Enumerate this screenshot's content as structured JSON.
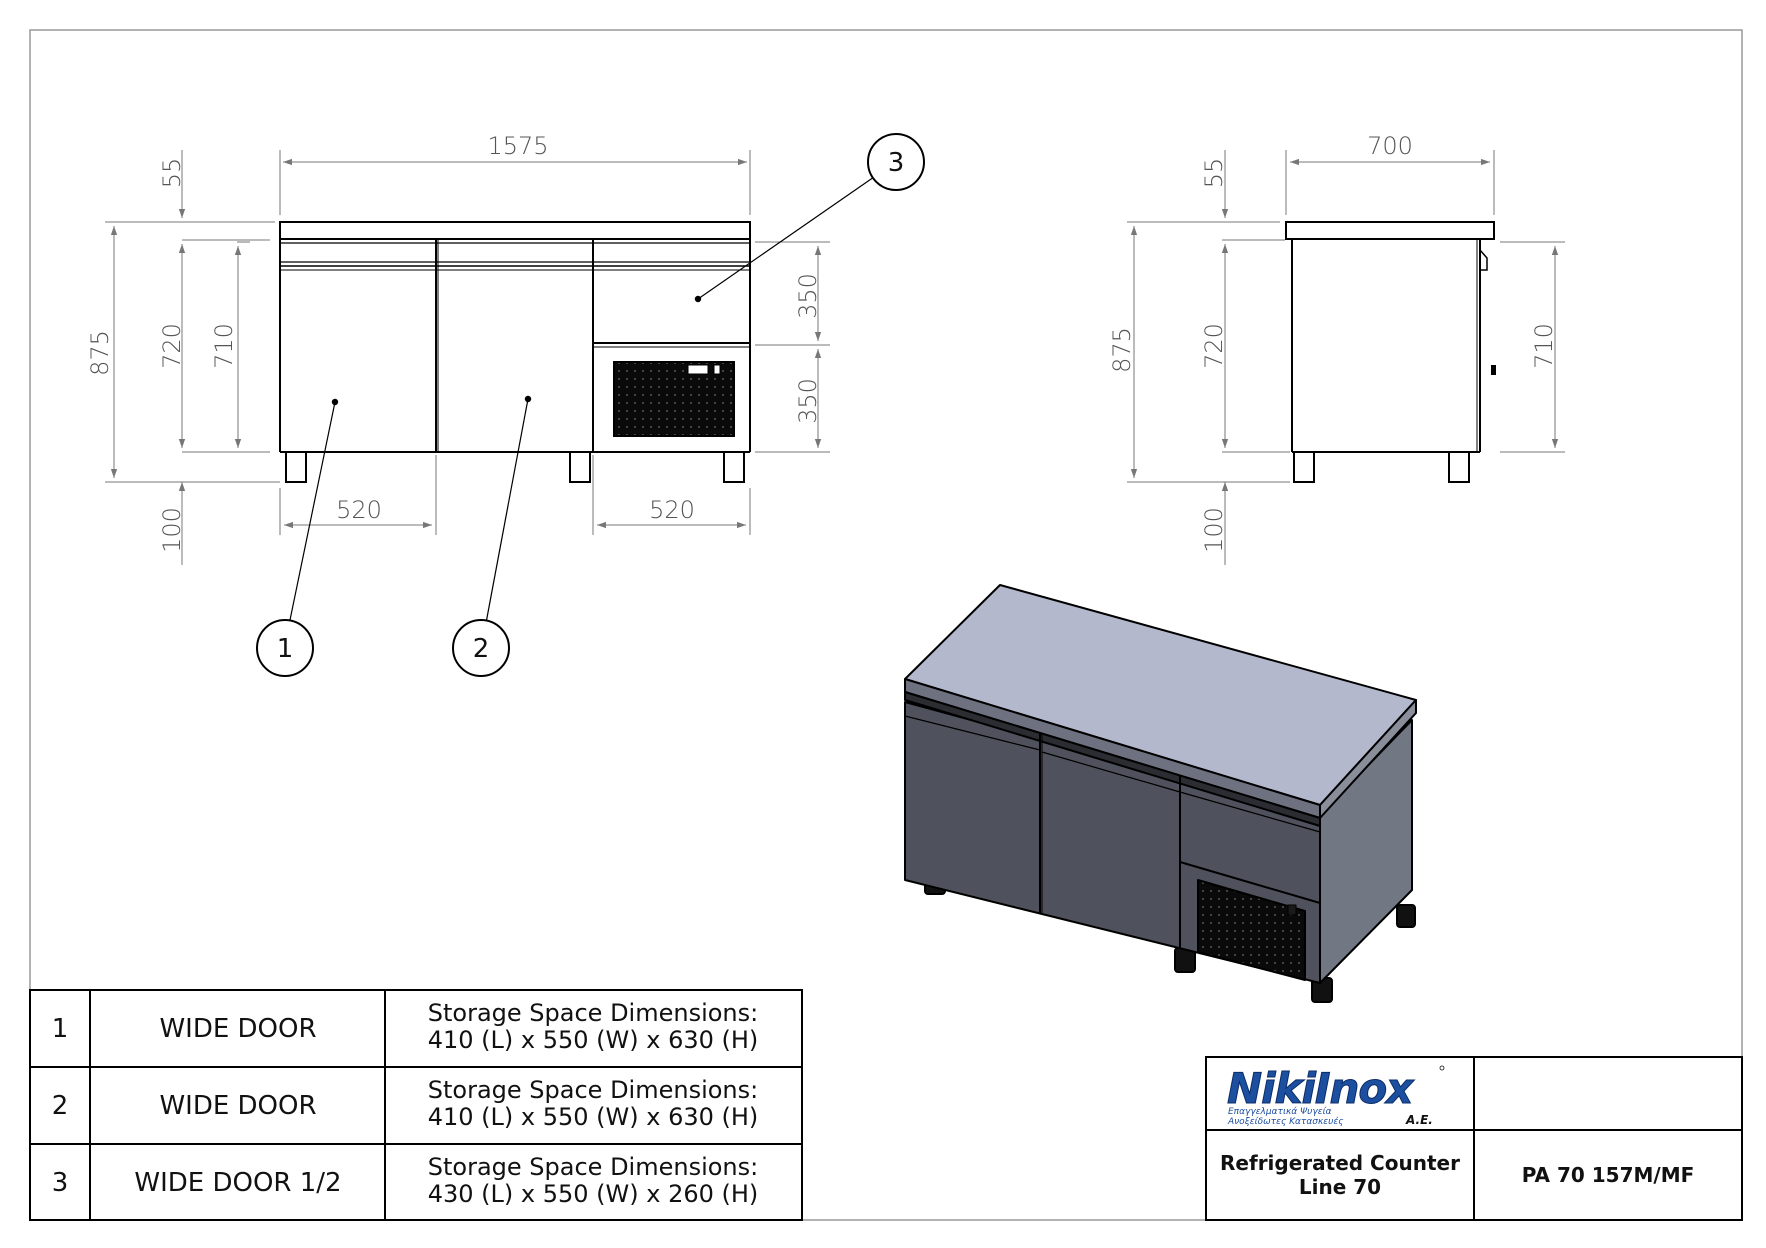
{
  "front_view": {
    "width": "1575",
    "top_gap": "55",
    "total_height": "875",
    "body_height": "720",
    "door_height": "710",
    "drawer_upper": "350",
    "drawer_lower": "350",
    "leg_height": "100",
    "door_width_left": "520",
    "door_width_right": "520"
  },
  "side_view": {
    "depth": "700",
    "top_gap": "55",
    "total_height": "875",
    "body_height": "720",
    "door_height": "710",
    "leg_height": "100"
  },
  "balloons": [
    "1",
    "2",
    "3"
  ],
  "parts_table": [
    {
      "num": "1",
      "name": "WIDE DOOR",
      "desc1": "Storage Space Dimensions:",
      "desc2": "410 (L) x 550 (W) x 630 (H)"
    },
    {
      "num": "2",
      "name": "WIDE DOOR",
      "desc1": "Storage Space Dimensions:",
      "desc2": "410 (L) x 550 (W) x 630 (H)"
    },
    {
      "num": "3",
      "name": "WIDE DOOR 1/2",
      "desc1": "Storage Space Dimensions:",
      "desc2": "430 (L) x 550 (W) x 260 (H)"
    }
  ],
  "title_block": {
    "logo_name": "NikiInox",
    "logo_suffix": "A.E.",
    "logo_tagline1": "Επαγγελματικά Ψυγεία",
    "logo_tagline2": "Ανοξείδωτες Κατασκευές",
    "product_line1": "Refrigerated Counter",
    "product_line2": "Line 70",
    "model": "PA 70 157M/MF"
  },
  "colors": {
    "line": "#000000",
    "dim_text": "#555555",
    "iso_top": "#b4b8cc",
    "iso_front": "#4f525d",
    "iso_side": "#727784",
    "logo_blue": "#1d4fa0"
  }
}
